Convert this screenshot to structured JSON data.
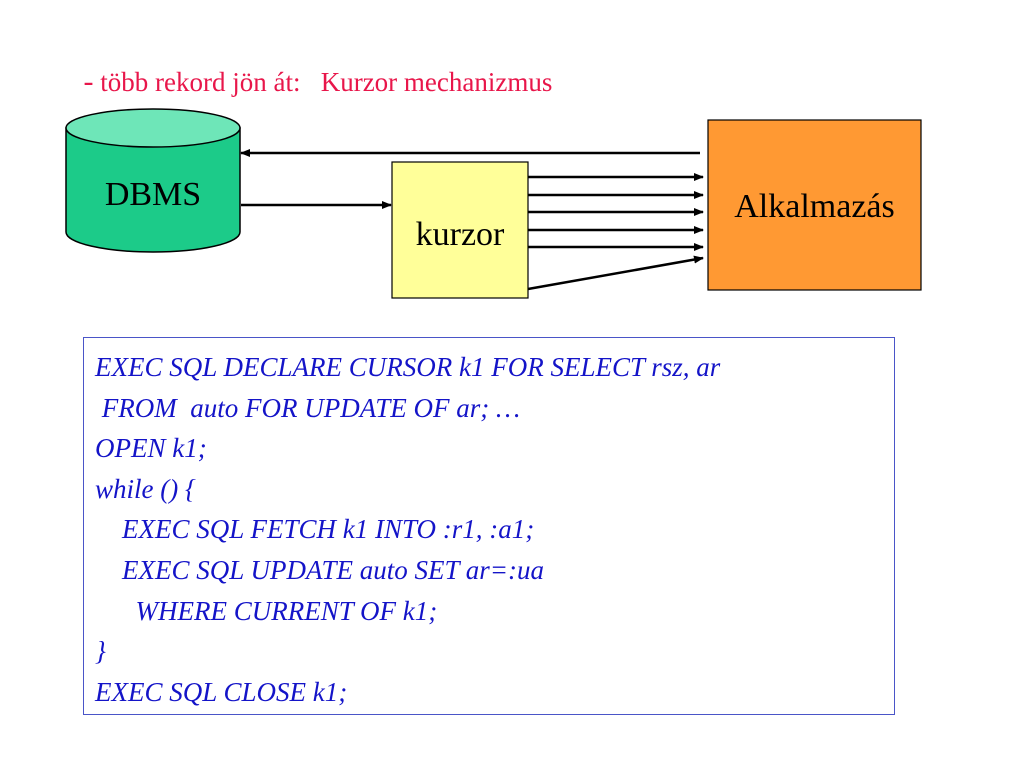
{
  "title": {
    "dash": "-",
    "text": " több rekord jön át:   Kurzor mechanizmus"
  },
  "diagram": {
    "dbms_label": "DBMS",
    "cursor_label": "kurzor",
    "app_label": "Alkalmazás",
    "colors": {
      "dbms_fill": "#1ccb89",
      "dbms_top": "#6ee6b8",
      "cursor_fill": "#ffff99",
      "app_fill": "#ff9933",
      "arrow": "#000000"
    }
  },
  "code": {
    "lines": [
      "EXEC SQL DECLARE CURSOR k1 FOR SELECT rsz, ar",
      " FROM  auto FOR UPDATE OF ar; …",
      "OPEN k1;",
      "while () {",
      "    EXEC SQL FETCH k1 INTO :r1, :a1;",
      "    EXEC SQL UPDATE auto SET ar=:ua",
      "      WHERE CURRENT OF k1;",
      "}",
      "EXEC SQL CLOSE k1;"
    ]
  }
}
